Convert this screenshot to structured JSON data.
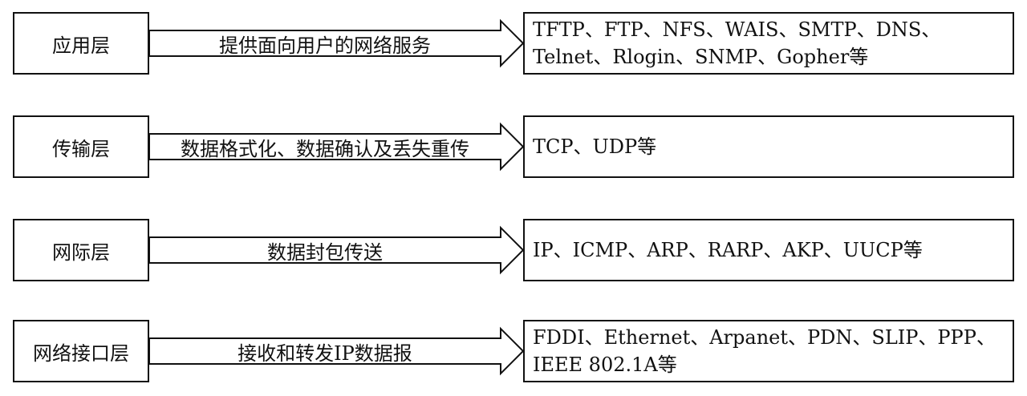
{
  "layers": [
    {
      "name": "应用层",
      "function": "提供面向用户的网络服务",
      "protocols": "TFTP、FTP、NFS、WAIS、SMTP、DNS、\nTelnet、Rlogin、SNMP、Gopher等"
    },
    {
      "name": "传输层",
      "function": "数据格式化、数据确认及丢失重传",
      "protocols": "TCP、UDP等"
    },
    {
      "name": "网际层",
      "function": "数据封包传送",
      "protocols": "IP、ICMP、ARP、RARP、AKP、UUCP等"
    },
    {
      "name": "网络接口层",
      "function": "接收和转发IP数据报",
      "protocols": "FDDI、Ethernet、Arpanet、PDN、SLIP、PPP、\nIEEE 802.1A等"
    }
  ]
}
